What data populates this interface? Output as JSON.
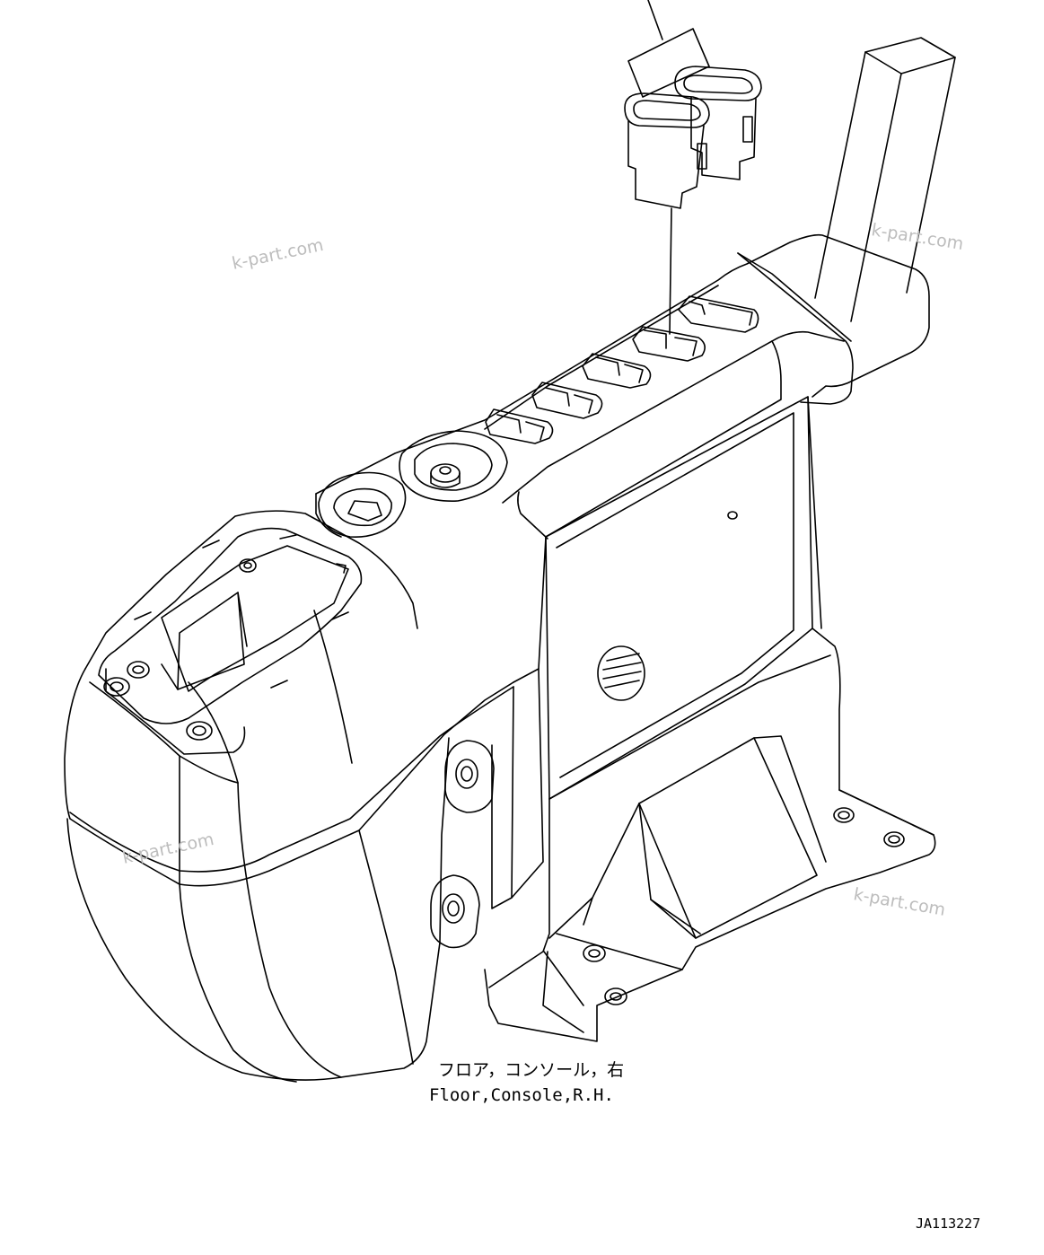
{
  "caption": {
    "jp": "フロア，コンソール，右",
    "en": "Floor,Console,R.H."
  },
  "drawing_id": "JA113227",
  "watermarks": [
    "k-part.com",
    "k-part.com",
    "k-part.com",
    "k-part.com"
  ]
}
